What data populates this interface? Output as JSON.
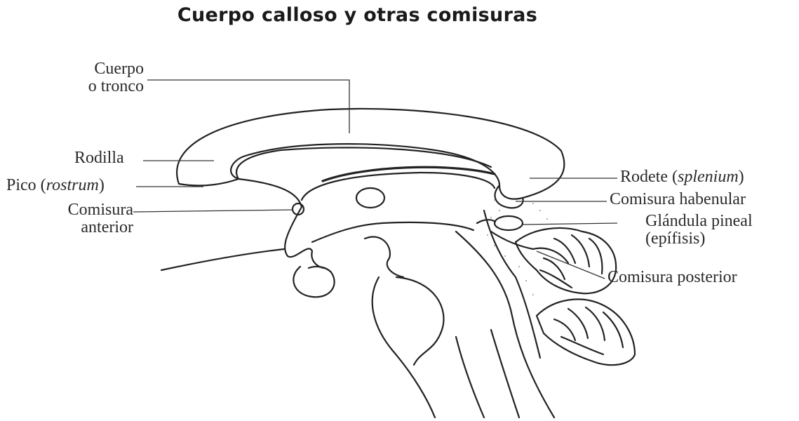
{
  "title": "Cuerpo calloso y otras comisuras",
  "labels": {
    "cuerpo_line1": "Cuerpo",
    "cuerpo_line2": "o tronco",
    "rodilla": "Rodilla",
    "pico_prefix": "Pico (",
    "pico_italic": "rostrum",
    "pico_suffix": ")",
    "comisura_anterior_line1": "Comisura",
    "comisura_anterior_line2": "anterior",
    "rodete_prefix": "Rodete (",
    "rodete_italic": "splenium",
    "rodete_suffix": ")",
    "comisura_habenular": "Comisura habenular",
    "glandula_line1": "Glándula pineal",
    "glandula_line2": "(epífisis)",
    "comisura_posterior": "Comisura posterior"
  }
}
